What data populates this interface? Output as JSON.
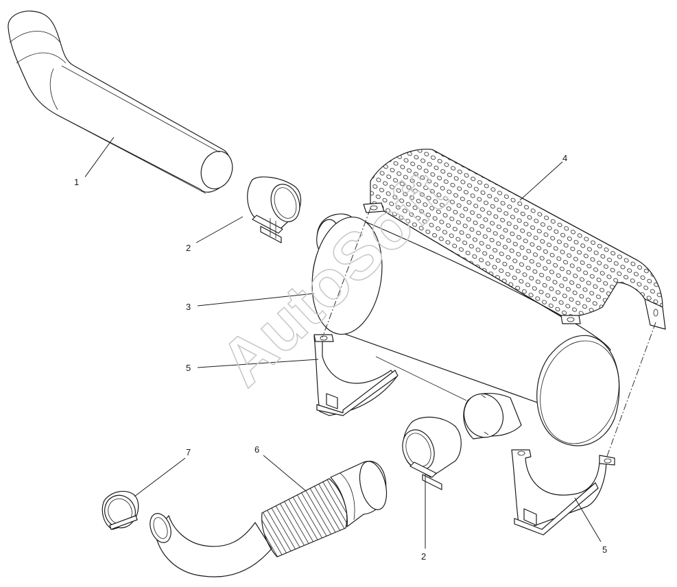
{
  "callouts": {
    "c1": "1",
    "c2a": "2",
    "c2b": "2",
    "c3": "3",
    "c4": "4",
    "c5a": "5",
    "c5b": "5",
    "c6": "6",
    "c7": "7"
  },
  "watermark": "AutoSoft",
  "colors": {
    "line": "#1a1a1a",
    "background": "#ffffff",
    "watermark": "#c9c9c9"
  }
}
